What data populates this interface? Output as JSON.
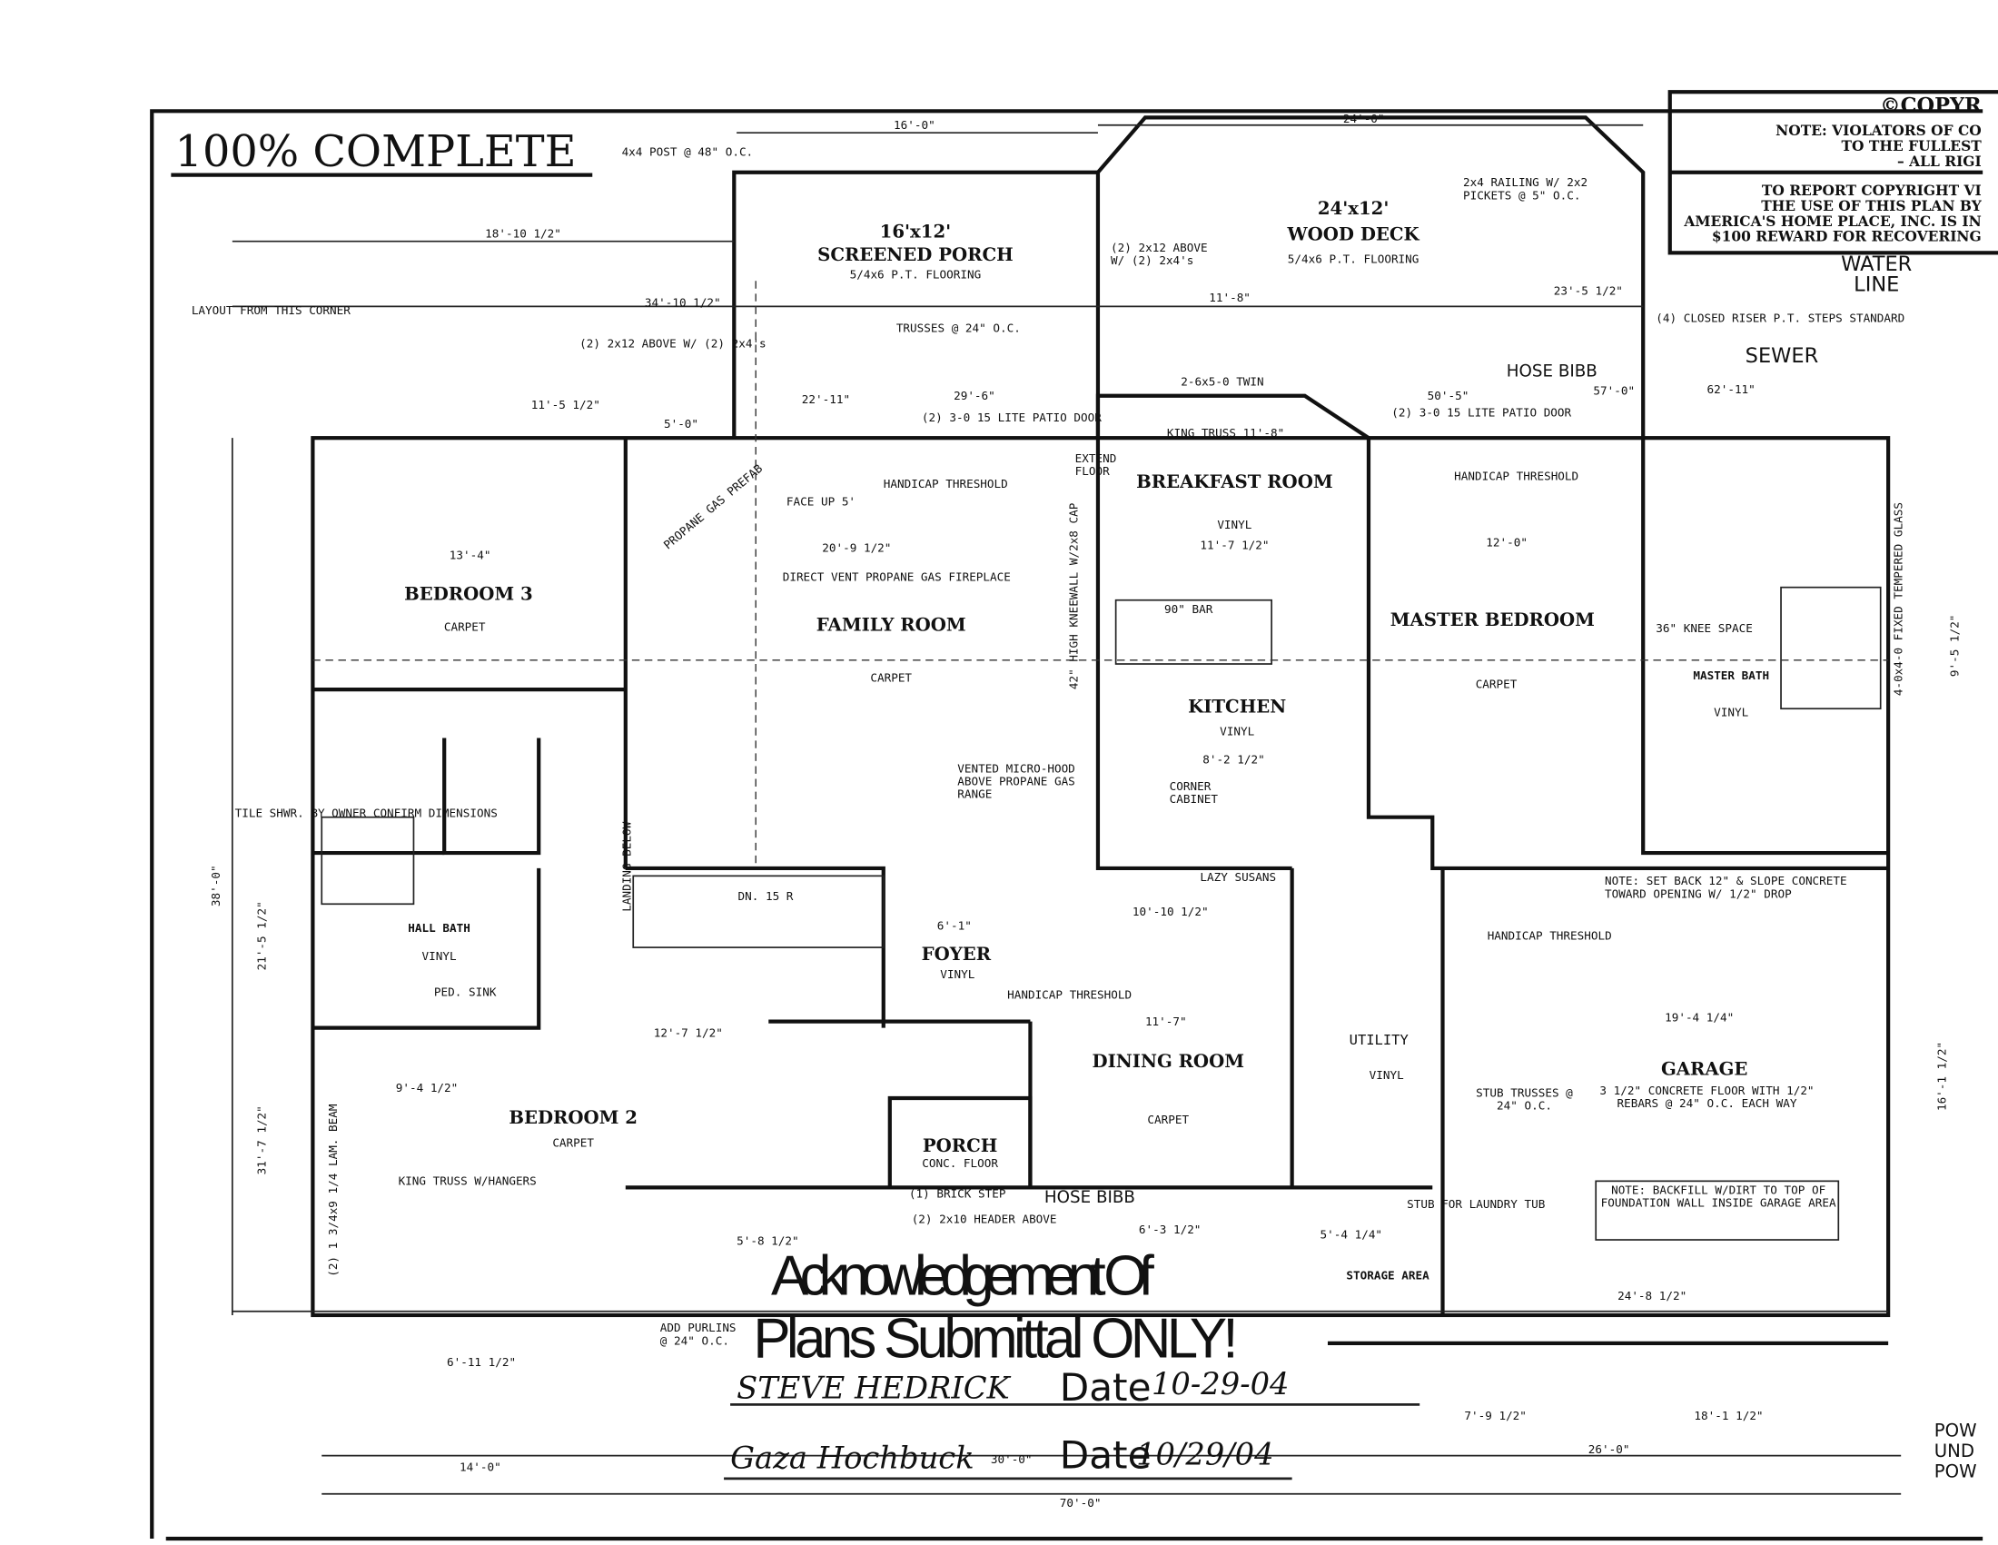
{
  "title": "100% COMPLETE",
  "copyright": {
    "heading": "©COPYR",
    "lines": [
      "NOTE: VIOLATORS OF CO",
      "TO THE FULLEST",
      "– ALL RIGI"
    ],
    "report_lines": [
      "TO REPORT COPYRIGHT VI",
      "THE USE OF THIS PLAN BY",
      "AMERICA'S HOME PLACE, INC. IS IN",
      "$100 REWARD FOR RECOVERING"
    ]
  },
  "utilities": {
    "water": "WATER",
    "line": "LINE",
    "sewer": "SEWER",
    "hose_bibb_1": "HOSE BIBB",
    "hose_bibb_2": "HOSE BIBB",
    "power": [
      "POW",
      "UND",
      "POW"
    ]
  },
  "rooms": {
    "porch": {
      "size": "16'x12'",
      "name": "SCREENED PORCH",
      "floor": "5/4x6 P.T. FLOORING"
    },
    "deck": {
      "size": "24'x12'",
      "name": "WOOD DECK",
      "floor": "5/4x6 P.T. FLOORING"
    },
    "breakfast": {
      "name": "BREAKFAST ROOM",
      "floor": "VINYL"
    },
    "bedroom3": {
      "name": "BEDROOM 3",
      "floor": "CARPET"
    },
    "family": {
      "name": "FAMILY ROOM",
      "floor": "CARPET"
    },
    "kitchen": {
      "name": "KITCHEN",
      "floor": "VINYL"
    },
    "master": {
      "name": "MASTER BEDROOM",
      "floor": "CARPET"
    },
    "master_bath": {
      "name": "MASTER BATH",
      "floor": "VINYL"
    },
    "hall_bath": {
      "name": "HALL BATH",
      "floor": "VINYL"
    },
    "foyer": {
      "name": "FOYER",
      "floor": "VINYL"
    },
    "dining": {
      "name": "DINING ROOM",
      "floor": "CARPET"
    },
    "utility": {
      "name": "UTILITY",
      "floor": "VINYL"
    },
    "garage": {
      "name": "GARAGE",
      "floor": "3 1/2\" CONCRETE FLOOR WITH 1/2\" REBARS @ 24\" O.C. EACH WAY"
    },
    "bedroom2": {
      "name": "BEDROOM 2",
      "floor": "CARPET"
    },
    "front_porch": {
      "name": "PORCH",
      "floor": "CONC. FLOOR"
    },
    "storage": {
      "name": "STORAGE AREA"
    }
  },
  "notes": {
    "layout": "LAYOUT FROM THIS CORNER",
    "post": "4x4 POST @ 48\" O.C.",
    "railing": "2x4 RAILING W/ 2x2 PICKETS @ 5\" O.C.",
    "fireplace": "DIRECT VENT PROPANE GAS FIREPLACE",
    "prefab": "PROPANE GAS PREFAB",
    "face": "FACE UP 5'",
    "handicap1": "HANDICAP THRESHOLD",
    "handicap2": "HANDICAP THRESHOLD",
    "handicap3": "HANDICAP THRESHOLD",
    "handicap4": "HANDICAP THRESHOLD",
    "patio1": "(2) 3-0 15 LITE PATIO DOOR",
    "patio2": "(2) 3-0 15 LITE PATIO DOOR",
    "king_truss": "KING TRUSS 11'-8\"",
    "extend": "EXTEND FLOOR",
    "twin": "2-6x5-0 TWIN",
    "trusses": "TRUSSES @ 24\" O.C.",
    "closed_riser": "(4) CLOSED RISER P.T. STEPS STANDARD",
    "above1": "(2) 2x12 ABOVE W/ (2) 2x4's",
    "above2": "(2) 2x12 ABOVE W/ (2) 2x4's",
    "kneewall": "42\" HIGH KNEEWALL W/2x8 CAP",
    "microhood": "VENTED MICRO-HOOD ABOVE PROPANE GAS RANGE",
    "corner_cab": "CORNER CABINET",
    "lazy": "LAZY SUSANS",
    "bar": "90\" BAR",
    "tile": "TILE SHWR. BY OWNER CONFIRM DIMENSIONS",
    "ped_sink": "PED. SINK",
    "landing": "LANDING BELOW",
    "dn": "DN. 15 R",
    "garage_note": "NOTE: SET BACK 12\" & SLOPE CONCRETE TOWARD OPENING W/ 1/2\" DROP",
    "backfill": "NOTE: BACKFILL W/DIRT TO TOP OF FOUNDATION WALL INSIDE GARAGE AREA",
    "stub_trusses": "STUB TRUSSES @ 24\" O.C.",
    "stub_laundry": "STUB FOR LAUNDRY TUB",
    "king_hangers": "KING TRUSS W/HANGERS",
    "purlins": "ADD PURLINS @ 24\" O.C.",
    "brick_step": "(1) BRICK STEP",
    "header": "(2) 2x10 HEADER ABOVE",
    "lam_beam": "(2) 1 3/4x9 1/4 LAM. BEAM",
    "fixed_glass": "4-0x4-0 FIXED TEMPERED GLASS",
    "knee_space": "36\" KNEE SPACE"
  },
  "dimensions": {
    "top1": "16'-0\"",
    "top2": "24'-0\"",
    "left1": "18'-10 1/2\"",
    "left2": "34'-10 1/2\"",
    "d3": "11'-5 1/2\"",
    "d4": "5'-0\"",
    "d5": "22'-11\"",
    "d6": "29'-6\"",
    "d7": "11'-8\"",
    "d8": "23'-5 1/2\"",
    "d9": "57'-0\"",
    "d10": "62'-11\"",
    "d11": "50'-5\"",
    "d12": "13'-4\"",
    "d13": "20'-9 1/2\"",
    "d14": "11'-7 1/2\"",
    "d15": "12'-0\"",
    "d16": "38'-0\"",
    "d17": "21'-5 1/2\"",
    "d18": "31'-7 1/2\"",
    "d19": "9'-4 1/2\"",
    "d20": "12'-7 1/2\"",
    "d21": "6'-1\"",
    "d22": "10'-10 1/2\"",
    "d23": "11'-7\"",
    "d24": "19'-4 1/4\"",
    "d25": "24'-8 1/2\"",
    "d26": "5'-8 1/2\"",
    "d27": "6'-3 1/2\"",
    "d28": "6'-11 1/2\"",
    "d29": "7'-9 1/2\"",
    "d30": "18'-1 1/2\"",
    "d31": "14'-0\"",
    "d32": "30'-0\"",
    "d33": "26'-0\"",
    "d34": "70'-0\"",
    "d35": "5'-4 1/4\"",
    "d36": "16'-1 1/2\"",
    "d37": "9'-5 1/2\"",
    "d38": "8'-2 1/2\""
  },
  "stamp": {
    "line1": "Acknowledgement Of",
    "line2": "Plans Submittal ONLY!",
    "sig1": "STEVE HEDRICK",
    "date_label1": "Date",
    "date1": "10-29-04",
    "sig2": "Gaza Hochbuck",
    "date_label2": "Date",
    "date2": "10/29/04"
  }
}
